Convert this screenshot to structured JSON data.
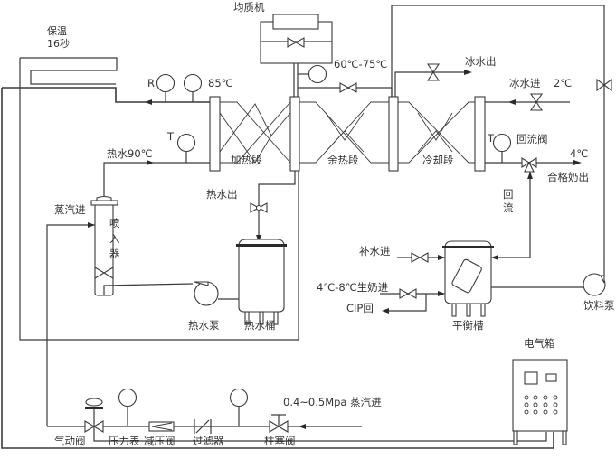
{
  "diagram": {
    "title": "Milk pasteurization process flow",
    "labels": {
      "holding": "保温",
      "holding_time": "16秒",
      "homogenizer": "均质机",
      "homog_temp": "60℃-75℃",
      "ice_water_out": "冰水出",
      "ice_water_in": "冰水进",
      "ice_water_temp": "2℃",
      "r_gauge": "R",
      "temp_85": "85℃",
      "t_gauge_left": "T",
      "t_gauge_right": "T",
      "hot_water_90": "热水90℃",
      "heating_section": "加热段",
      "regen_section": "余热段",
      "cooling_section": "冷却段",
      "divert_valve": "回流阀",
      "temp_4": "4℃",
      "qualified_milk_out": "合格奶出",
      "hot_water_out": "热水出",
      "steam_in": "蒸汽进",
      "injector_1": "喷",
      "injector_2": "入",
      "injector_3": "器",
      "return_1": "回",
      "return_2": "流",
      "makeup_water_in": "补水进",
      "raw_milk_in": "4℃-8℃生奶进",
      "cip_return": "CIP回",
      "hot_water_pump": "热水泵",
      "hot_water_tank": "热水桶",
      "balance_tank": "平衡槽",
      "product_pump": "饮料泵",
      "electrical_box": "电气箱",
      "steam_supply": "0.4~0.5Mpa 蒸汽进",
      "pneumatic_valve": "气动阀",
      "pressure_gauge": "压力表",
      "reducing_valve": "减压阀",
      "filter": "过滤器",
      "plunger_valve": "柱塞阀"
    }
  }
}
